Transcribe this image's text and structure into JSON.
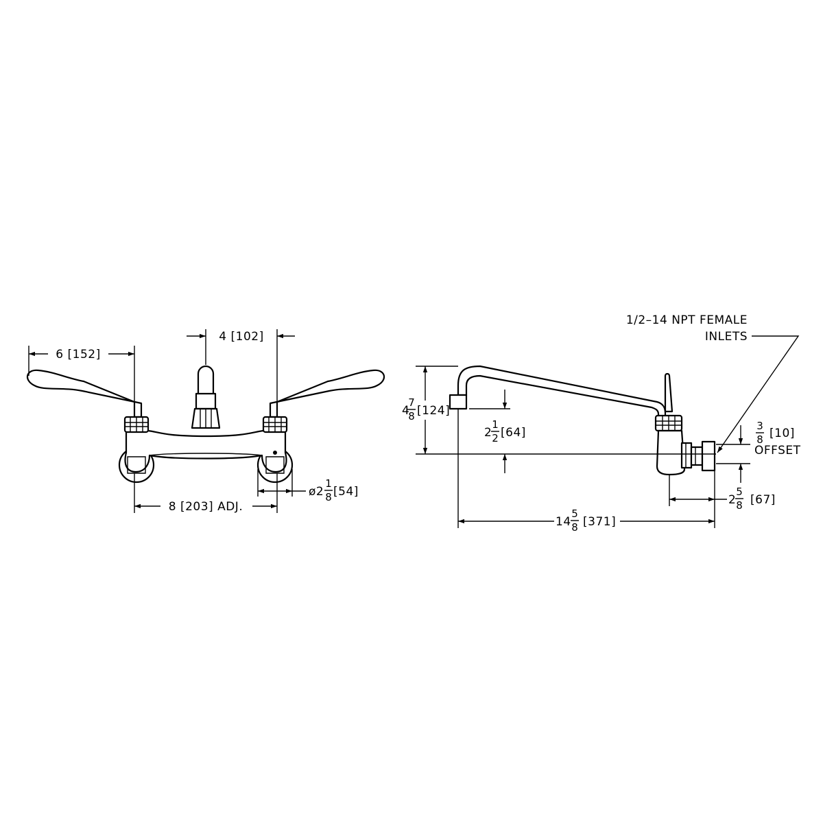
{
  "front_view": {
    "handle_reach": "6 [152]",
    "spout_offset": "4 [102]",
    "centers": "8 [203] ADJ.",
    "flange_dia_whole": "ø2",
    "flange_dia_num": "1",
    "flange_dia_den": "8",
    "flange_dia_metric": "[54]"
  },
  "side_view": {
    "inlets_line1": "1/2–14 NPT FEMALE",
    "inlets_line2": "INLETS",
    "height_whole": "4",
    "height_num": "7",
    "height_den": "8",
    "height_metric": "[124]",
    "spout_height_whole": "2",
    "spout_height_num": "1",
    "spout_height_den": "2",
    "spout_height_metric": "[64]",
    "offset_num": "3",
    "offset_den": "8",
    "offset_metric": "[10]",
    "offset_label": "OFFSET",
    "body_depth_whole": "2",
    "body_depth_num": "5",
    "body_depth_den": "8",
    "body_depth_metric": "[67]",
    "spout_reach_whole": "14",
    "spout_reach_num": "5",
    "spout_reach_den": "8",
    "spout_reach_metric": "[371]"
  }
}
